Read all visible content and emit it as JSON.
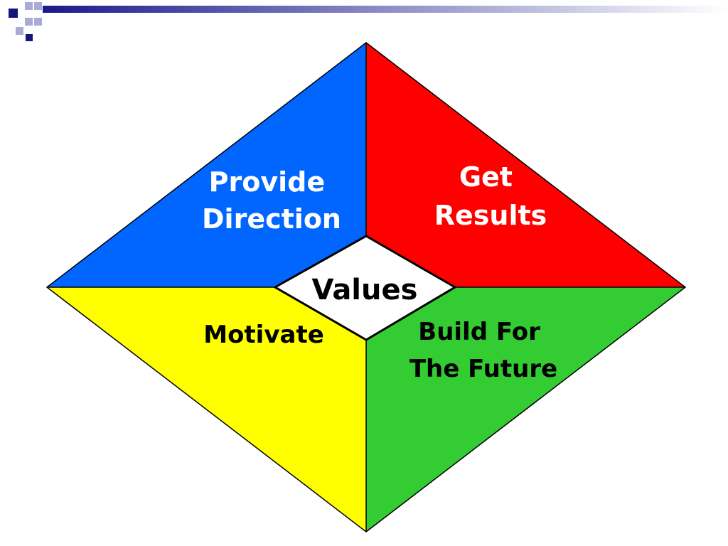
{
  "colors": {
    "background": "#ffffff",
    "header_bar_start": "#1a1a8c",
    "header_bar_end": "#ffffff",
    "header_square_dark": "#14147a",
    "header_square_light": "#a9abd6",
    "top_left_quadrant": "#0066ff",
    "top_right_quadrant": "#ff0000",
    "bottom_left_quadrant": "#ffff00",
    "bottom_right_quadrant": "#33cc33",
    "center_diamond": "#ffffff",
    "outline": "#000000",
    "light_text": "#ffffff",
    "dark_text": "#000000"
  },
  "diagram": {
    "top_left": {
      "line1": "Provide",
      "line2": "Direction"
    },
    "top_right": {
      "line1": "Get",
      "line2": "Results"
    },
    "bottom_left": {
      "line1": "Motivate"
    },
    "bottom_right": {
      "line1": "Build For",
      "line2": "The Future"
    },
    "center": {
      "label": "Values"
    }
  }
}
